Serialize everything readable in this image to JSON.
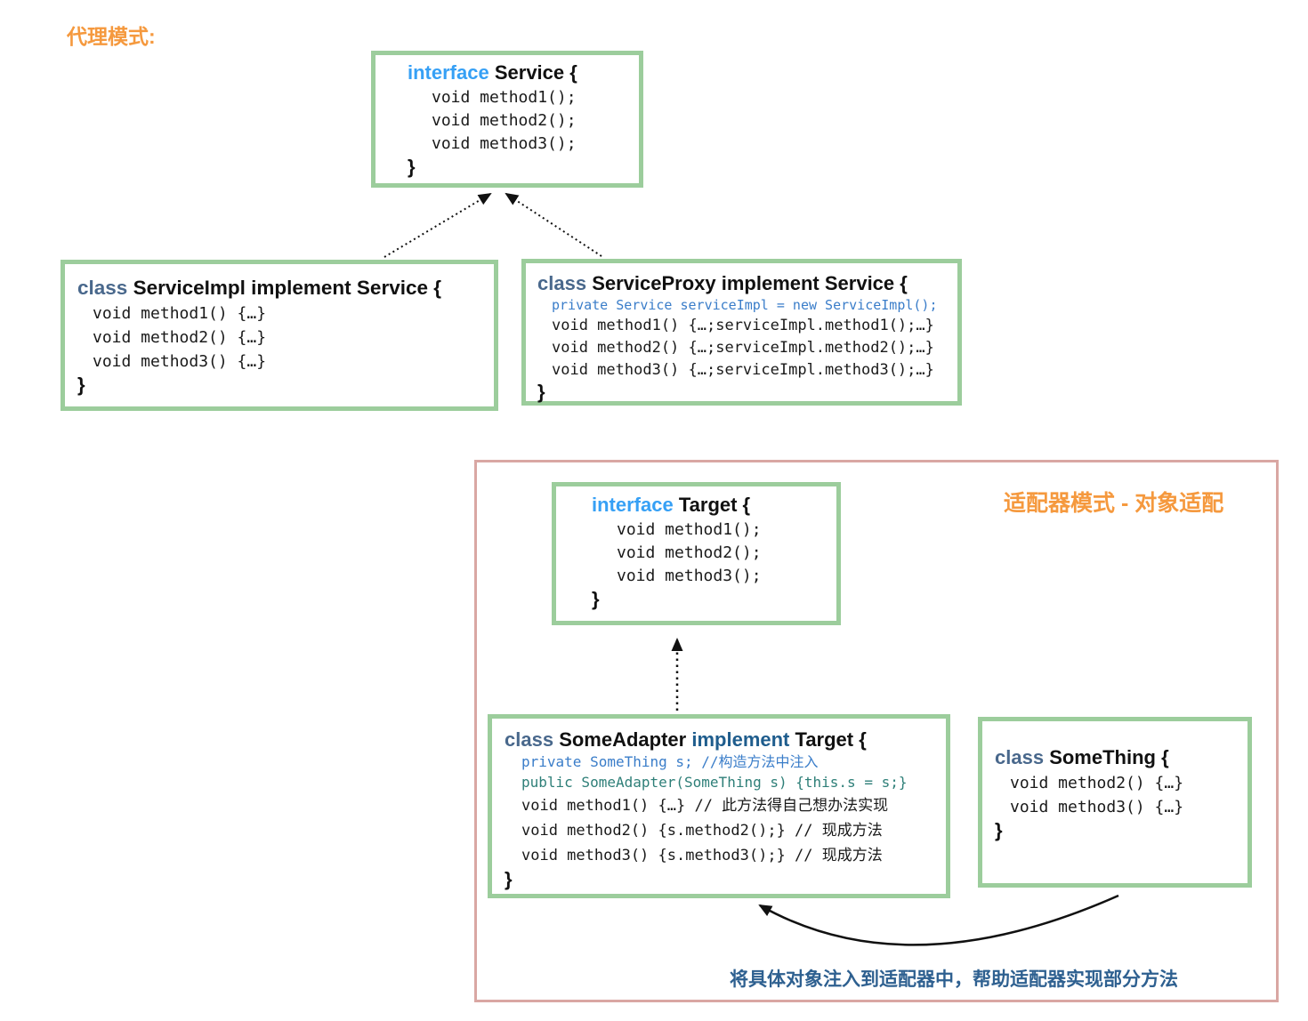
{
  "colors": {
    "green-border": "#9ccd9c",
    "pink-border": "#d9a7a3",
    "orange": "#f5993e",
    "light-blue": "#36a0f5",
    "slate-blue": "#49688c",
    "dark-blue": "#1f5d8d",
    "code-blue": "#3a7dc9",
    "code-teal": "#2e7f78",
    "navy": "#2e6090",
    "ink": "#111111"
  },
  "proxy_section": {
    "title": "代理模式:",
    "service_interface": {
      "keyword": "interface",
      "name": "Service {",
      "methods": [
        "void method1();",
        "void method2();",
        "void method3();"
      ],
      "close": "}"
    },
    "service_impl": {
      "keyword": "class",
      "name": "ServiceImpl implement Service {",
      "methods": [
        "void method1() {…}",
        "void method2() {…}",
        "void method3() {…}"
      ],
      "close": "}"
    },
    "service_proxy": {
      "keyword": "class",
      "name": "ServiceProxy implement Service {",
      "field": "private Service serviceImpl = new ServiceImpl();",
      "methods": [
        "void method1() {…;serviceImpl.method1();…}",
        "void method2() {…;serviceImpl.method2();…}",
        "void method3() {…;serviceImpl.method3();…}"
      ],
      "close": "}"
    }
  },
  "adapter_section": {
    "title": "适配器模式 - 对象适配",
    "target_interface": {
      "keyword": "interface",
      "name": "Target {",
      "methods": [
        "void method1();",
        "void method2();",
        "void method3();"
      ],
      "close": "}"
    },
    "some_adapter": {
      "keyword": "class",
      "name": "SomeAdapter",
      "keyword2": "implement",
      "name2": "Target {",
      "field": "private SomeThing s; //构造方法中注入",
      "constructor": "public SomeAdapter(SomeThing s) {this.s = s;}",
      "methods": [
        "void method1() {…} // 此方法得自己想办法实现",
        "void method2() {s.method2();} // 现成方法",
        "void method3() {s.method3();} // 现成方法"
      ],
      "close": "}"
    },
    "some_thing": {
      "keyword": "class",
      "name": "SomeThing {",
      "methods": [
        "void method2() {…}",
        "void method3() {…}"
      ],
      "close": "}"
    },
    "caption": "将具体对象注入到适配器中，帮助适配器实现部分方法"
  }
}
